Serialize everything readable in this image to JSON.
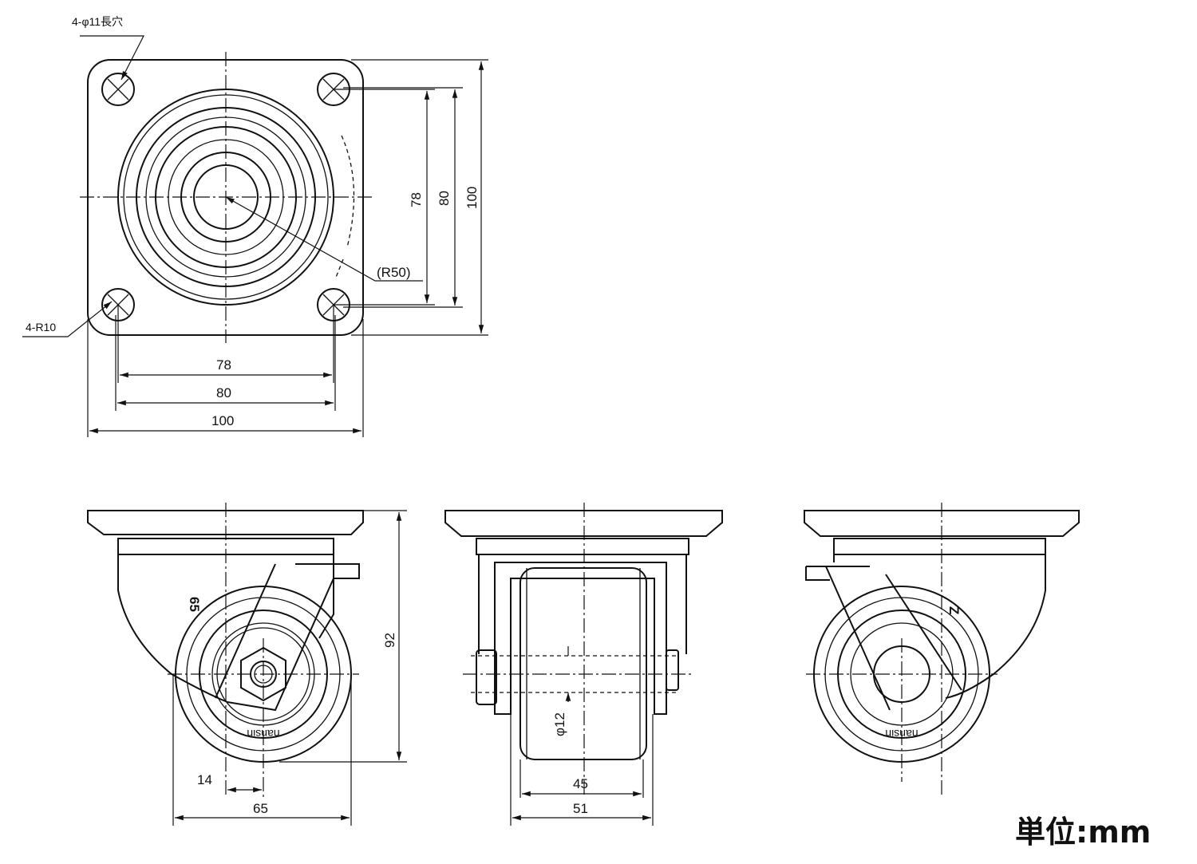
{
  "top_view": {
    "hole_note": "4-φ11長穴",
    "corner_note": "4-R10",
    "radius_note": "(R50)",
    "dims_vertical": [
      "78",
      "80",
      "100"
    ],
    "dims_horizontal": [
      "78",
      "80",
      "100"
    ]
  },
  "side_view": {
    "height": "92",
    "offset": "14",
    "wheel_diameter": "65",
    "wheel_brand": "nansin",
    "size_mark": "65"
  },
  "front_view": {
    "axle": "φ12",
    "wheel_width": "45",
    "overall_width": "51"
  },
  "rear_view": {
    "wheel_brand": "nansin",
    "logo_mark": "Z"
  },
  "unit_label": "単位:mm"
}
